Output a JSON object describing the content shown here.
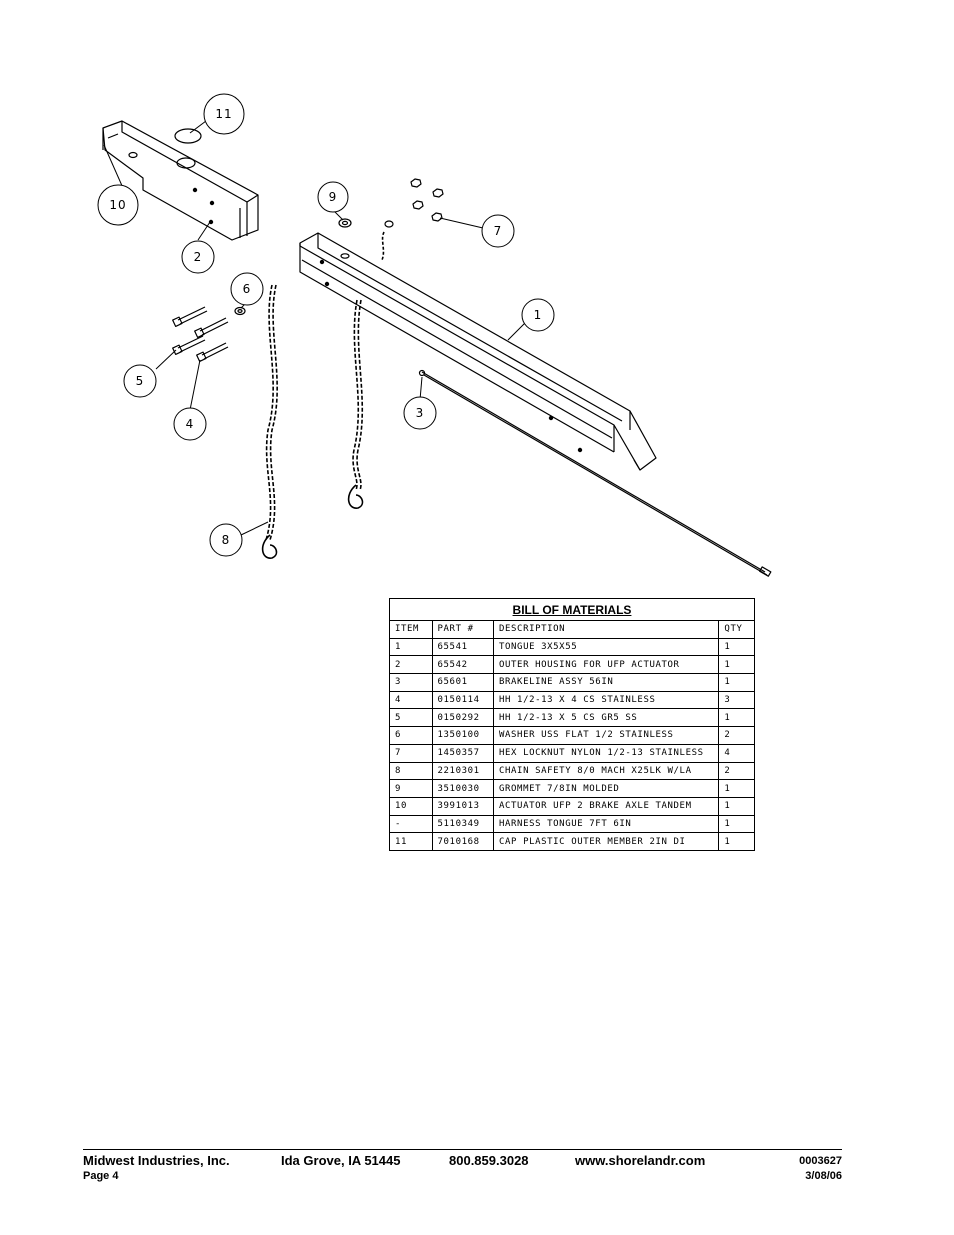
{
  "callouts": [
    "1",
    "2",
    "3",
    "4",
    "5",
    "6",
    "7",
    "8",
    "9",
    "10",
    "11"
  ],
  "bom": {
    "title": "BILL OF MATERIALS",
    "headers": [
      "ITEM",
      "PART #",
      "DESCRIPTION",
      "QTY"
    ],
    "rows": [
      [
        "1",
        "65541",
        "TONGUE 3X5X55",
        "1"
      ],
      [
        "2",
        "65542",
        "OUTER HOUSING FOR UFP ACTUATOR",
        "1"
      ],
      [
        "3",
        "65601",
        "BRAKELINE ASSY  56IN",
        "1"
      ],
      [
        "4",
        "0150114",
        "HH 1/2-13 X 4 CS STAINLESS",
        "3"
      ],
      [
        "5",
        "0150292",
        "HH 1/2-13 X 5 CS GR5 SS",
        "1"
      ],
      [
        "6",
        "1350100",
        "WASHER USS FLAT 1/2 STAINLESS",
        "2"
      ],
      [
        "7",
        "1450357",
        "HEX LOCKNUT NYLON 1/2-13 STAINLESS",
        "4"
      ],
      [
        "8",
        "2210301",
        "CHAIN SAFETY 8/0 MACH X25LK W/LA",
        "2"
      ],
      [
        "9",
        "3510030",
        "GROMMET  7/8IN MOLDED",
        "1"
      ],
      [
        "10",
        "3991013",
        "ACTUATOR UFP 2 BRAKE AXLE TANDEM",
        "1"
      ],
      [
        "-",
        "5110349",
        "HARNESS  TONGUE 7FT 6IN",
        "1"
      ],
      [
        "11",
        "7010168",
        "CAP  PLASTIC OUTER MEMBER 2IN DI",
        "1"
      ]
    ]
  },
  "footer": {
    "company": "Midwest Industries, Inc.",
    "location": "Ida Grove, IA  51445",
    "phone": "800.859.3028",
    "website": "www.shorelandr.com",
    "doc_number": "0003627",
    "page": "Page 4",
    "date": "3/08/06"
  }
}
